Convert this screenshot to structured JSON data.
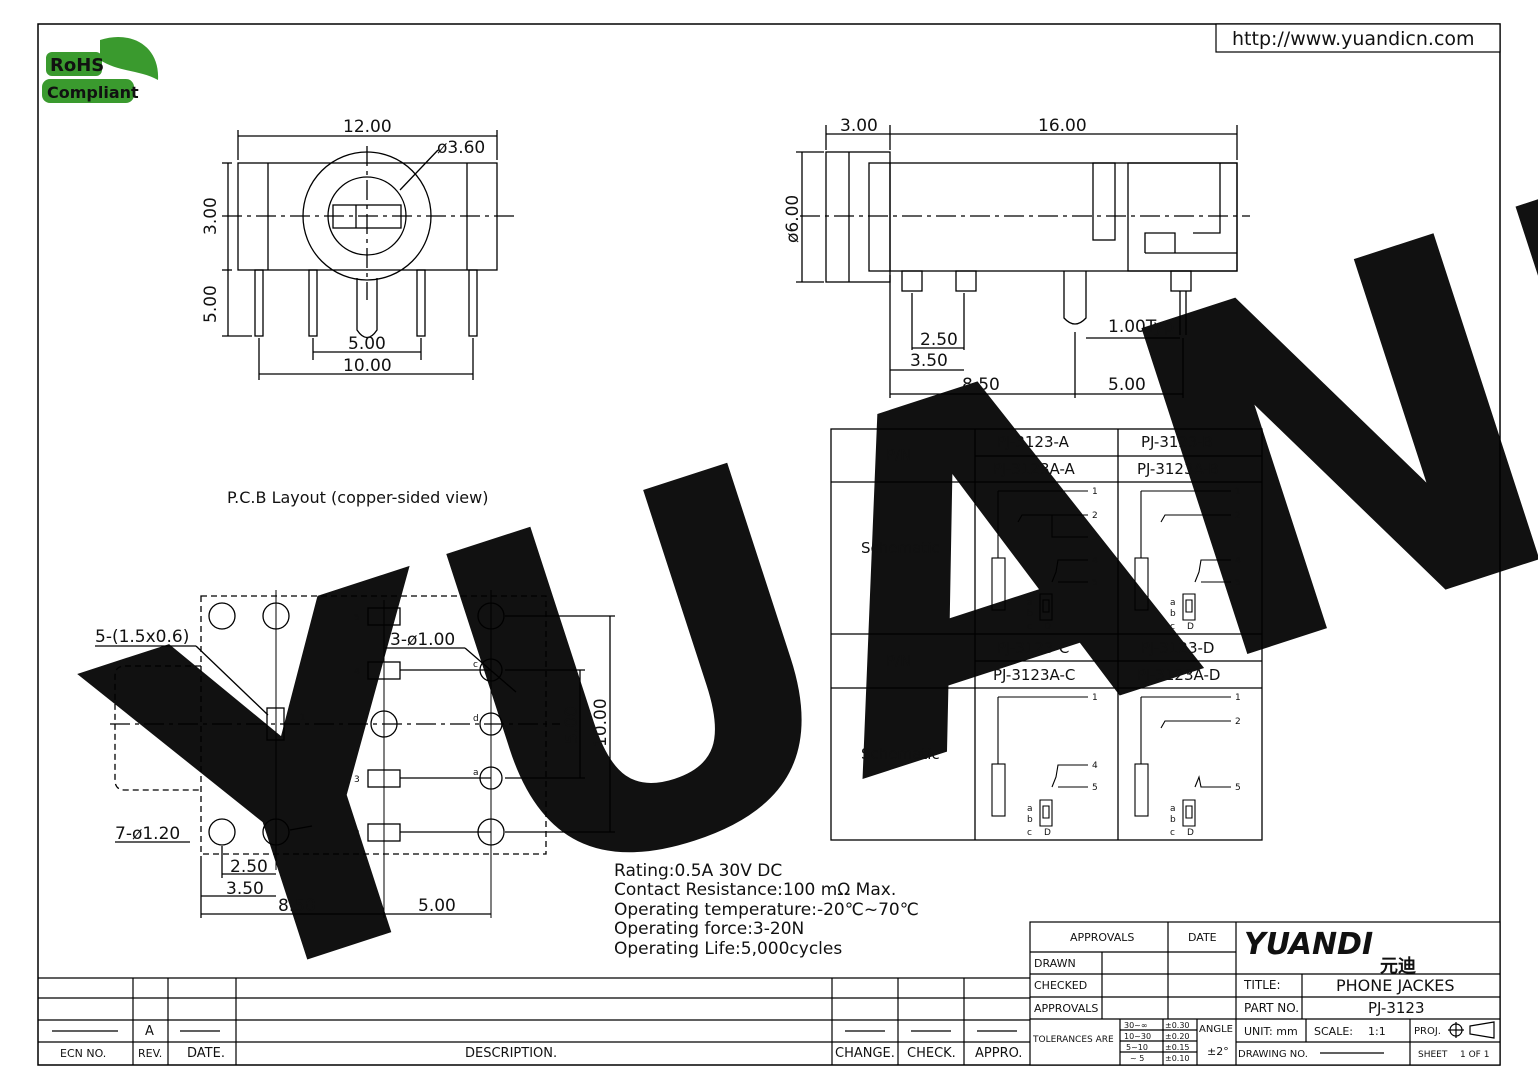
{
  "header": {
    "url": "http://www.yuandicn.com",
    "rohs_top": "RoHS",
    "rohs_bottom": "Compliant"
  },
  "front_view": {
    "width": "12.00",
    "hole_dia": "ø3.60",
    "height_top": "3.00",
    "height_pins": "5.00",
    "pin_pitch": "5.00",
    "pin_span": "10.00"
  },
  "side_view": {
    "front_len": "3.00",
    "body_len": "16.00",
    "diameter": "ø6.00",
    "pin_2_50": "2.50",
    "pin_3_50": "3.50",
    "pin_typ": "1.00Typ",
    "pin_8_50": "8.50",
    "pin_5_00": "5.00"
  },
  "pcb": {
    "title": "P.C.B Layout (copper-sided view)",
    "slots": "5-(1.5x0.6)",
    "holes_small": "3-ø1.00",
    "holes_large": "7-ø1.20",
    "dim_5_00": "5.00",
    "dim_10_00": "10.00",
    "dim_2_50": "2.50",
    "dim_3_50": "3.50",
    "dim_8_50": "8.50",
    "dim_5_00b": "5.00",
    "pin_labels": [
      "5",
      "4",
      "1",
      "3",
      "2"
    ],
    "contact_labels": [
      "c",
      "d",
      "a"
    ]
  },
  "specs": [
    "Rating:0.5A 30V DC",
    "Contact Resistance:100 mΩ Max.",
    "Operating temperature:-20℃~70℃",
    "Operating force:3-20N",
    "Operating Life:5,000cycles"
  ],
  "pn_table": {
    "pn_label": "P/N",
    "schematic_label": "Schematic",
    "row1": [
      "PJ-3123-A",
      "PJ-3123-B"
    ],
    "row2": [
      "PJ-3123A-A",
      "PJ-3123A-B"
    ],
    "row3": [
      "PJ-3123-C",
      "PJ-3123-D"
    ],
    "row4": [
      "PJ-3123A-C",
      "PJ-3123A-D"
    ],
    "sch_pins": [
      "1",
      "2",
      "3",
      "4",
      "5"
    ],
    "sch_switch": [
      "a",
      "b",
      "c",
      "D"
    ]
  },
  "title_block": {
    "approvals": "APPROVALS",
    "date": "DATE",
    "drawn": "DRAWN",
    "checked": "CHECKED",
    "approvals2": "APPROVALS",
    "tolerances": "TOLERANCES ARE",
    "tol_ranges": [
      "30~∞",
      "10~30",
      "5~10",
      "~ 5"
    ],
    "tol_values": [
      "±0.30",
      "±0.20",
      "±0.15",
      "±0.10"
    ],
    "angle": "ANGLE",
    "angle_value": "±2°",
    "brand": "YUANDI",
    "brand_cn": "元迪",
    "title_label": "TITLE:",
    "title_value": "PHONE JACKES",
    "part_label": "PART NO.",
    "part_value": "PJ-3123",
    "unit": "UNIT: mm",
    "scale_label": "SCALE:",
    "scale_value": "1:1",
    "proj": "PROJ.",
    "drawing_no": "DRAWING NO.",
    "sheet": "SHEET",
    "sheet_value": "1 OF 1"
  },
  "revision_block": {
    "rev_value": "A",
    "ecn": "ECN NO.",
    "rev": "REV.",
    "date": "DATE.",
    "description": "DESCRIPTION.",
    "change": "CHANGE.",
    "check": "CHECK.",
    "appro": "APPRO."
  },
  "watermark": "YUANDI",
  "colors": {
    "watermark_blue": "#cfe0ee",
    "watermark_green": "#d9edd9",
    "brand_blue": "#1c64b4",
    "rohs_green": "#3a9a2e"
  }
}
